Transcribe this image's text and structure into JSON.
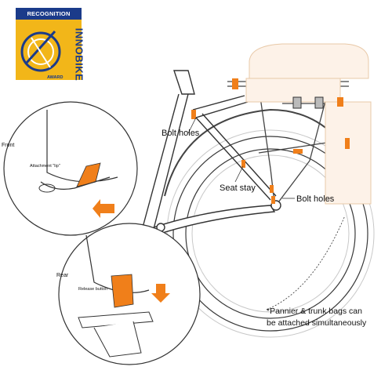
{
  "badge": {
    "top_text": "RECOGNITION",
    "side_text": "INNOBIKE",
    "small_text": "AWARD",
    "colors": {
      "gold": "#f2b619",
      "blue": "#1b3b8a"
    }
  },
  "callouts": {
    "front": {
      "title": "Front",
      "tip_label": "Attachment \"lip\""
    },
    "rear": {
      "title": "Rear",
      "release_label": "Release button"
    }
  },
  "labels": {
    "bolt_holes_upper": "Bolt holes",
    "seat_stay": "Seat stay",
    "bolt_holes_lower": "Bolt holes"
  },
  "note": {
    "line1": "*Pannier & trunk bags can",
    "line2": "be attached simultaneously"
  },
  "colors": {
    "accent": "#f07f1a",
    "line": "#222222",
    "grey": "#9a9a9a"
  }
}
